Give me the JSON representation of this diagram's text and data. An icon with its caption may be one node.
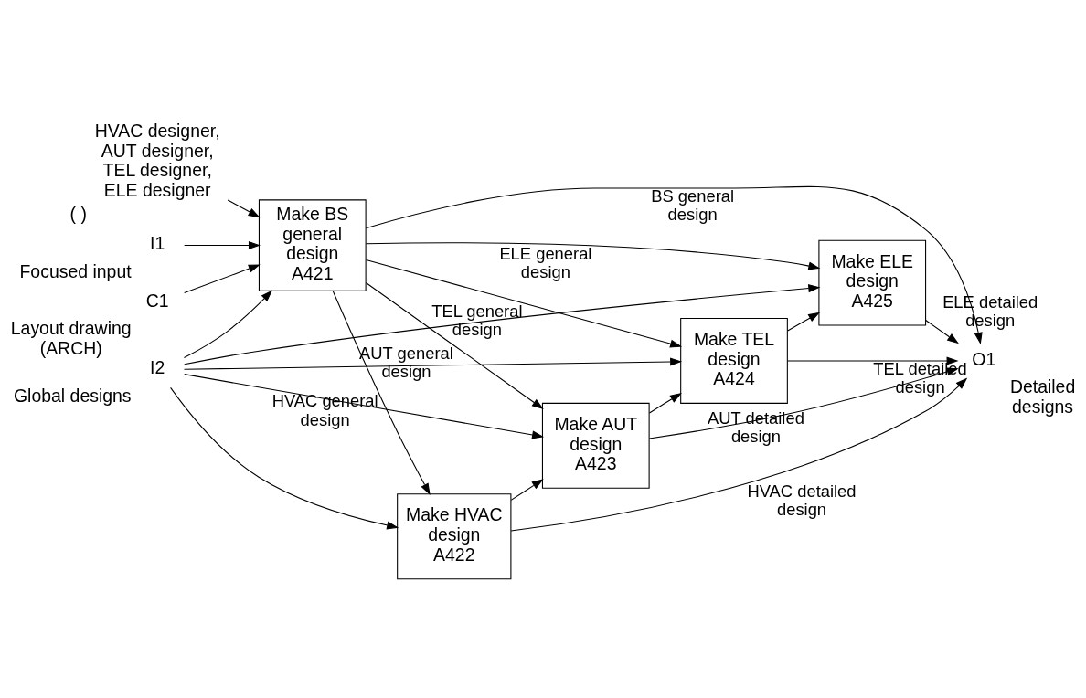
{
  "diagram": {
    "nodes": [
      {
        "text": [
          "Make BS general design",
          "A421"
        ]
      },
      {
        "text": [
          "Make HVAC design",
          "A422"
        ]
      },
      {
        "text": [
          "Make AUT design",
          "A423"
        ]
      },
      {
        "text": [
          "Make TEL design",
          "A424"
        ]
      },
      {
        "text": [
          "Make ELE design",
          "A425"
        ]
      },
      {
        "text": [
          "I1"
        ],
        "beside": [
          "Focused input"
        ]
      },
      {
        "text": [
          "I2"
        ],
        "beside": [
          "Global designs"
        ]
      },
      {
        "text": [
          "C1"
        ],
        "beside": [
          "Layout drawing (ARCH)"
        ]
      },
      {
        "text": [
          "O1"
        ],
        "beside": [
          "Detailed designs"
        ]
      },
      {
        "text": [
          "HVAC designer, AUT designer, TEL designer, ELE designer"
        ],
        "beside": [
          "( )"
        ]
      }
    ],
    "edges": [
      {
        "from": 5,
        "to": 0,
        "arrow": "to"
      },
      {
        "from": 6,
        "to": 0,
        "arrow": "to"
      },
      {
        "from": 7,
        "to": 0,
        "arrow": "to"
      },
      {
        "from": 9,
        "to": 0,
        "arrow": "to"
      },
      {
        "from": 0,
        "to": 8,
        "arrow": "to",
        "label": "BS general design"
      },
      {
        "from": 0,
        "to": 1,
        "arrow": "to",
        "label": "HVAC general design"
      },
      {
        "from": 0,
        "to": 2,
        "arrow": "to",
        "label": "AUT general design"
      },
      {
        "from": 0,
        "to": 3,
        "arrow": "to",
        "label": "TEL general design"
      },
      {
        "from": 0,
        "to": 4,
        "arrow": "to",
        "label": "ELE general design"
      },
      {
        "from": 6,
        "to": 1,
        "arrow": "to"
      },
      {
        "from": 6,
        "to": 2,
        "arrow": "to"
      },
      {
        "from": 6,
        "to": 3,
        "arrow": "to"
      },
      {
        "from": 6,
        "to": 4,
        "arrow": "to"
      },
      {
        "from": 1,
        "to": 8,
        "arrow": "to",
        "label": "HVAC detailed design"
      },
      {
        "from": 1,
        "to": 2,
        "arrow": "to"
      },
      {
        "from": 2,
        "to": 8,
        "arrow": "to",
        "label": "AUT detailed design"
      },
      {
        "from": 2,
        "to": 3,
        "arrow": "to"
      },
      {
        "from": 3,
        "to": 8,
        "arrow": "to",
        "label": "TEL detailed design"
      },
      {
        "from": 3,
        "to": 4,
        "arrow": "to"
      },
      {
        "from": 4,
        "to": 8,
        "arrow": "to",
        "label": "ELE detailed design"
      }
    ]
  }
}
